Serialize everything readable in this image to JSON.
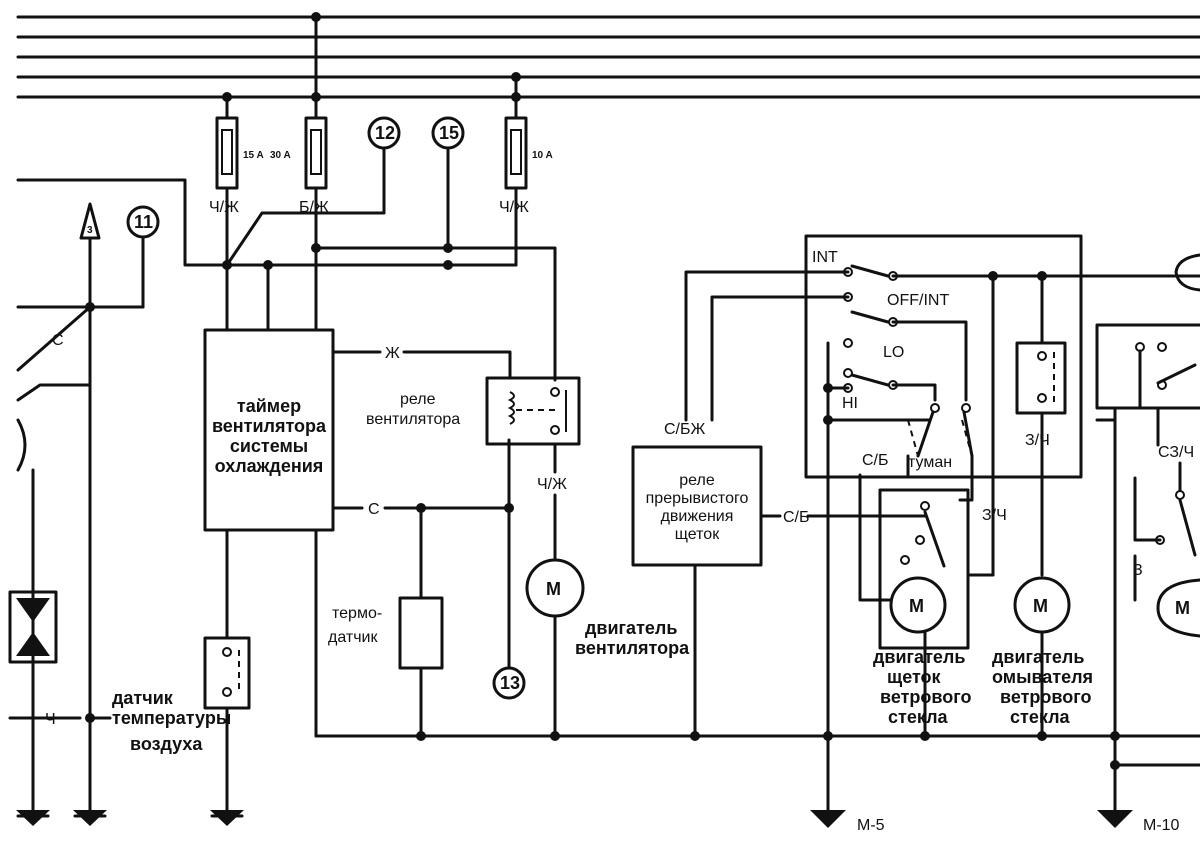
{
  "fuses": {
    "f15": "15 A",
    "f30": "30 A",
    "f10": "10 A"
  },
  "wires": {
    "chzh1": "Ч/Ж",
    "bzh": "Б/Ж",
    "chzh2": "Ч/Ж",
    "chzh3": "Ч/Ж",
    "s1": "С",
    "zh": "Ж",
    "s2": "С",
    "sbzh": "С/БЖ",
    "sb1": "С/Б",
    "sb2": "С/Б",
    "zch1": "З/Ч",
    "zch2": "З/Ч",
    "ch": "Ч",
    "szch": "СЗ/Ч",
    "z": "З"
  },
  "connectors": {
    "c11": "11",
    "c12": "12",
    "c15": "15",
    "c13": "13",
    "tri": "3"
  },
  "switch": {
    "int": "INT",
    "offint": "OFF/INT",
    "lo": "LO",
    "hi": "HI",
    "fog": "туман"
  },
  "components": {
    "timer": [
      "таймер",
      "вентилятора",
      "системы",
      "охлаждения"
    ],
    "fan_relay": [
      "реле",
      "вентилятора"
    ],
    "thermo": [
      "термо-",
      "датчик"
    ],
    "fan_motor": [
      "двигатель",
      "вентилятора"
    ],
    "intermittent_relay": [
      "реле",
      "прерывистого",
      "движения",
      "щеток"
    ],
    "wiper_motor": [
      "двигатель",
      "щеток",
      "ветрового",
      "стекла"
    ],
    "washer_motor": [
      "двигатель",
      "омывателя",
      "ветрового",
      "стекла"
    ],
    "air_sensor": [
      "датчик",
      "температуры",
      "воздуха"
    ],
    "motor_symbol": "M"
  },
  "grounds": {
    "m5": "M-5",
    "m10": "M-10"
  }
}
